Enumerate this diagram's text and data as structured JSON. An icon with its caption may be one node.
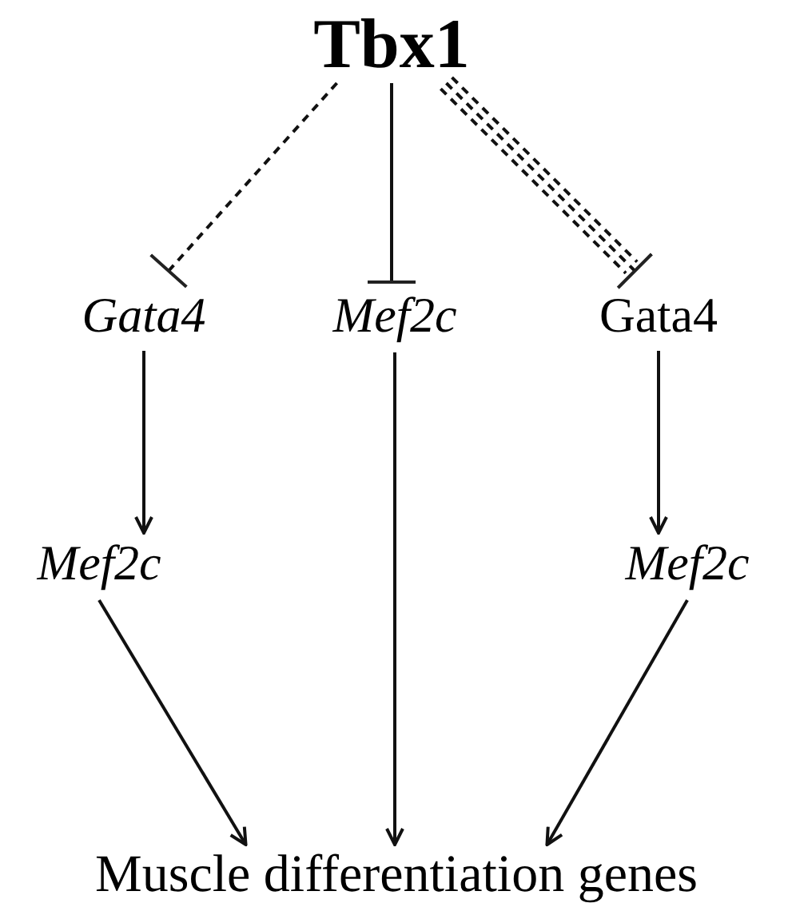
{
  "diagram": {
    "nodes": [
      {
        "text": [
          "Tbx1"
        ]
      },
      {
        "text": [
          "*Gata4*"
        ]
      },
      {
        "text": [
          "*Mef2c*"
        ]
      },
      {
        "text": [
          "Gata4"
        ]
      },
      {
        "text": [
          "*Mef2c*"
        ]
      },
      {
        "text": [
          "*Mef2c*"
        ]
      },
      {
        "text": [
          "Muscle differentiation genes"
        ]
      }
    ],
    "edges": [
      {
        "from": 0,
        "to": 1,
        "arrow": "other",
        "style": "dashed"
      },
      {
        "from": 0,
        "to": 2,
        "arrow": "other"
      },
      {
        "from": 0,
        "to": 3,
        "arrow": "other",
        "style": "dashed"
      },
      {
        "from": 1,
        "to": 4,
        "arrow": "to"
      },
      {
        "from": 3,
        "to": 5,
        "arrow": "to"
      },
      {
        "from": 4,
        "to": 6,
        "arrow": "to"
      },
      {
        "from": 2,
        "to": 6,
        "arrow": "to"
      },
      {
        "from": 5,
        "to": 6,
        "arrow": "to"
      }
    ]
  }
}
